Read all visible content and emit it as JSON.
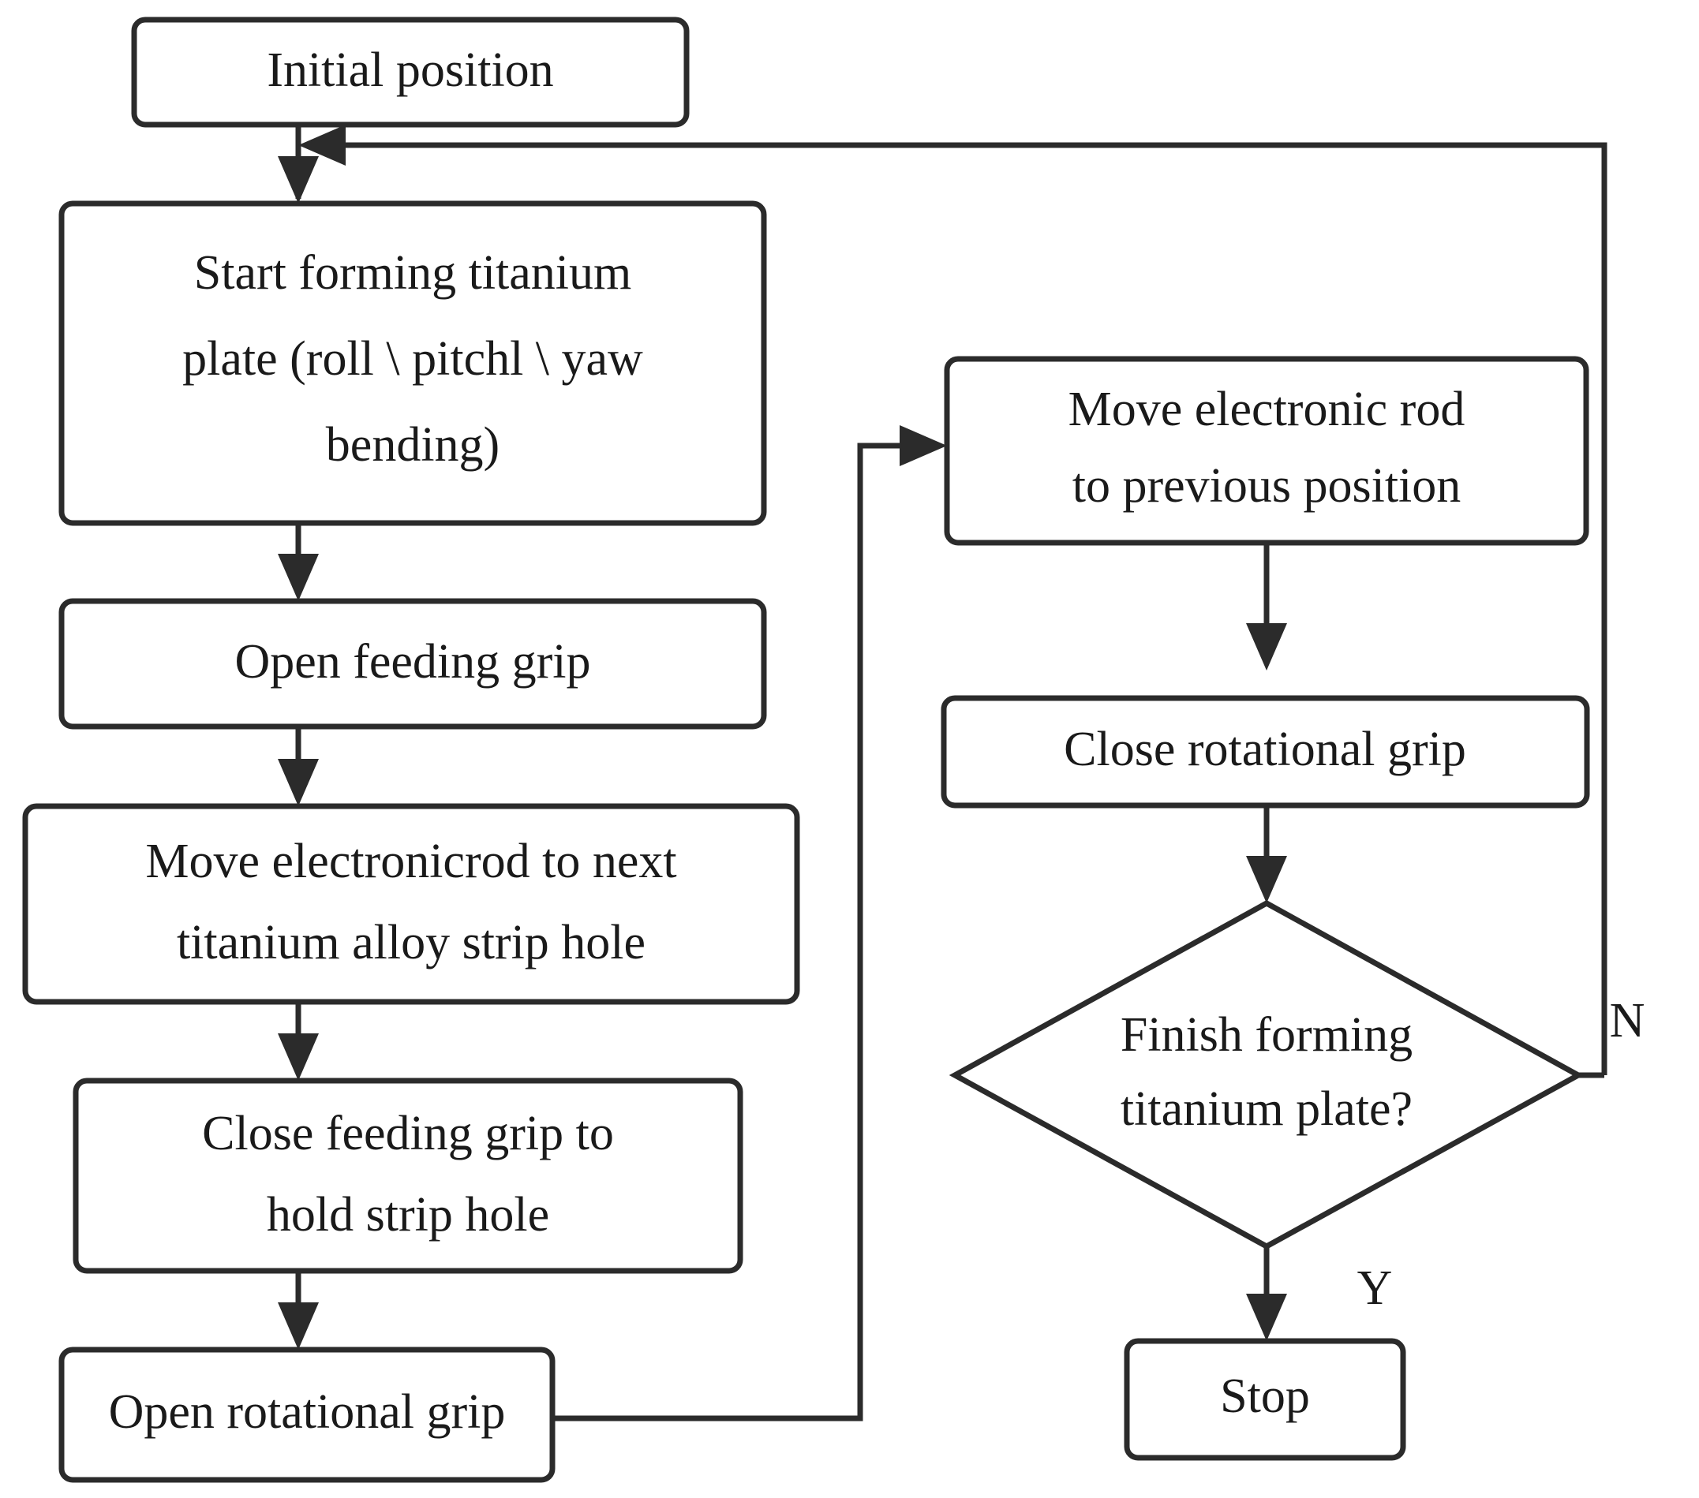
{
  "diagram": {
    "type": "flowchart",
    "title": "Titanium plate forming control flowchart",
    "background_color": "#ffffff",
    "line_color": "#2b2b2b",
    "text_color": "#1a1a1a",
    "nodes": [
      {
        "id": "initial-position",
        "shape": "rounded-rectangle",
        "lines": [
          "Initial position"
        ]
      },
      {
        "id": "start-forming",
        "shape": "rounded-rectangle",
        "lines": [
          "Start forming titanium",
          "plate (roll \\ pitchl \\ yaw",
          "bending)"
        ]
      },
      {
        "id": "open-feeding-grip",
        "shape": "rounded-rectangle",
        "lines": [
          "Open feeding grip"
        ]
      },
      {
        "id": "move-rod-next-hole",
        "shape": "rounded-rectangle",
        "lines": [
          "Move electronicrod to next",
          "titanium alloy strip hole"
        ]
      },
      {
        "id": "close-feeding-grip",
        "shape": "rounded-rectangle",
        "lines": [
          "Close feeding grip to",
          "hold strip hole"
        ]
      },
      {
        "id": "open-rotational-grip",
        "shape": "rounded-rectangle",
        "lines": [
          "Open rotational grip"
        ]
      },
      {
        "id": "move-rod-previous",
        "shape": "rounded-rectangle",
        "lines": [
          "Move electronic rod",
          "to previous position"
        ]
      },
      {
        "id": "close-rotational-grip",
        "shape": "rounded-rectangle",
        "lines": [
          "Close rotational grip"
        ]
      },
      {
        "id": "finish-decision",
        "shape": "diamond",
        "lines": [
          "Finish forming",
          "titanium plate?"
        ]
      },
      {
        "id": "stop",
        "shape": "rounded-rectangle",
        "lines": [
          "Stop"
        ]
      }
    ],
    "branch_labels": {
      "no": "N",
      "yes": "Y"
    },
    "edges": [
      {
        "from": "initial-position",
        "to": "start-forming",
        "label": ""
      },
      {
        "from": "start-forming",
        "to": "open-feeding-grip",
        "label": ""
      },
      {
        "from": "open-feeding-grip",
        "to": "move-rod-next-hole",
        "label": ""
      },
      {
        "from": "move-rod-next-hole",
        "to": "close-feeding-grip",
        "label": ""
      },
      {
        "from": "close-feeding-grip",
        "to": "open-rotational-grip",
        "label": ""
      },
      {
        "from": "open-rotational-grip",
        "to": "move-rod-previous",
        "label": ""
      },
      {
        "from": "move-rod-previous",
        "to": "close-rotational-grip",
        "label": ""
      },
      {
        "from": "close-rotational-grip",
        "to": "finish-decision",
        "label": ""
      },
      {
        "from": "finish-decision",
        "to": "stop",
        "label": "Y"
      },
      {
        "from": "finish-decision",
        "to": "start-forming",
        "label": "N"
      }
    ]
  },
  "labels": {
    "n0_l0": "Initial position",
    "n1_l0": "Start forming titanium",
    "n1_l1": "plate (roll \\ pitchl \\ yaw",
    "n1_l2": "bending)",
    "n2_l0": "Open feeding grip",
    "n3_l0": "Move electronicrod to next",
    "n3_l1": "titanium alloy strip hole",
    "n4_l0": "Close feeding grip to",
    "n4_l1": "hold strip hole",
    "n5_l0": "Open rotational grip",
    "n6_l0": "Move electronic rod",
    "n6_l1": "to previous position",
    "n7_l0": "Close rotational grip",
    "n8_l0": "Finish forming",
    "n8_l1": "titanium plate?",
    "n9_l0": "Stop",
    "branch_n": "N",
    "branch_y": "Y"
  }
}
